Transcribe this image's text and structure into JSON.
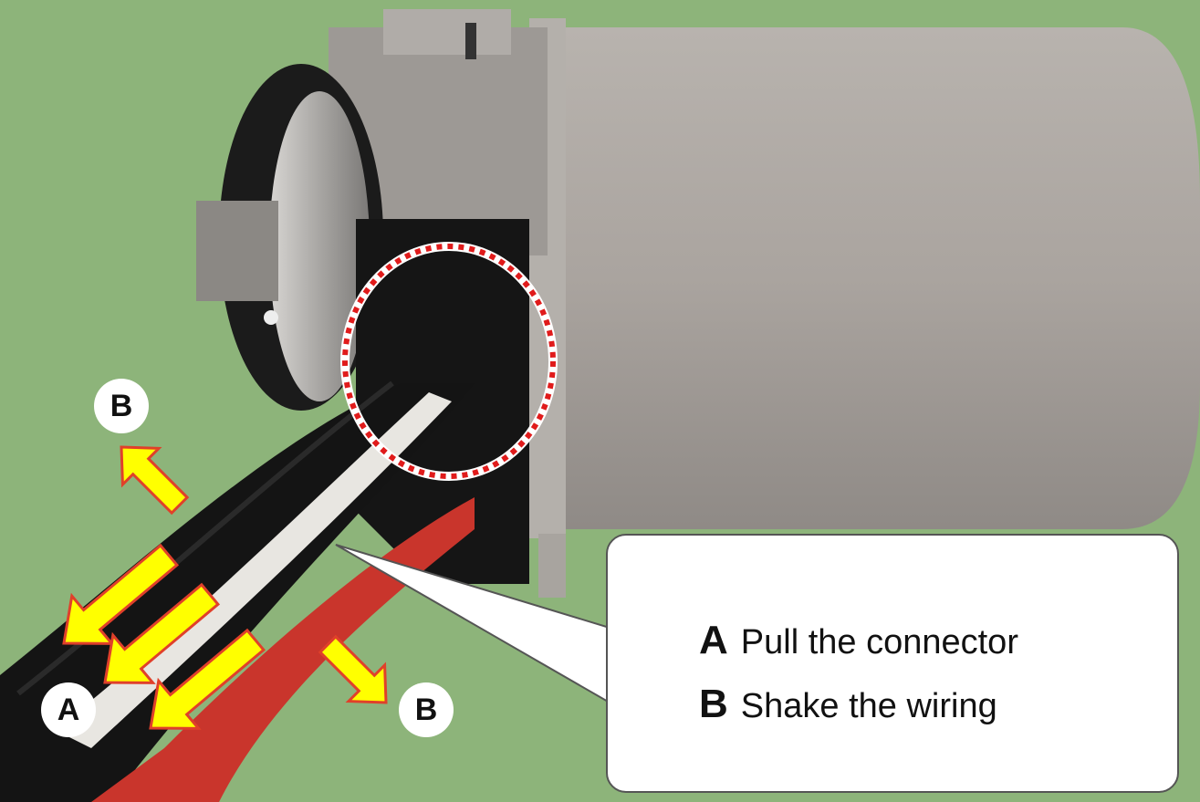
{
  "legend": {
    "a_letter": "A",
    "a_text": "Pull the connector",
    "b_letter": "B",
    "b_text": "Shake the wiring"
  },
  "callouts": {
    "a": "A",
    "b_top": "B",
    "b_bottom": "B"
  },
  "colors": {
    "background": "#8db47a",
    "motor_body": "#a9a39e",
    "arrow_fill": "#ffff00",
    "arrow_outline": "#e0402a",
    "highlight_circle": "#e01b1b"
  }
}
